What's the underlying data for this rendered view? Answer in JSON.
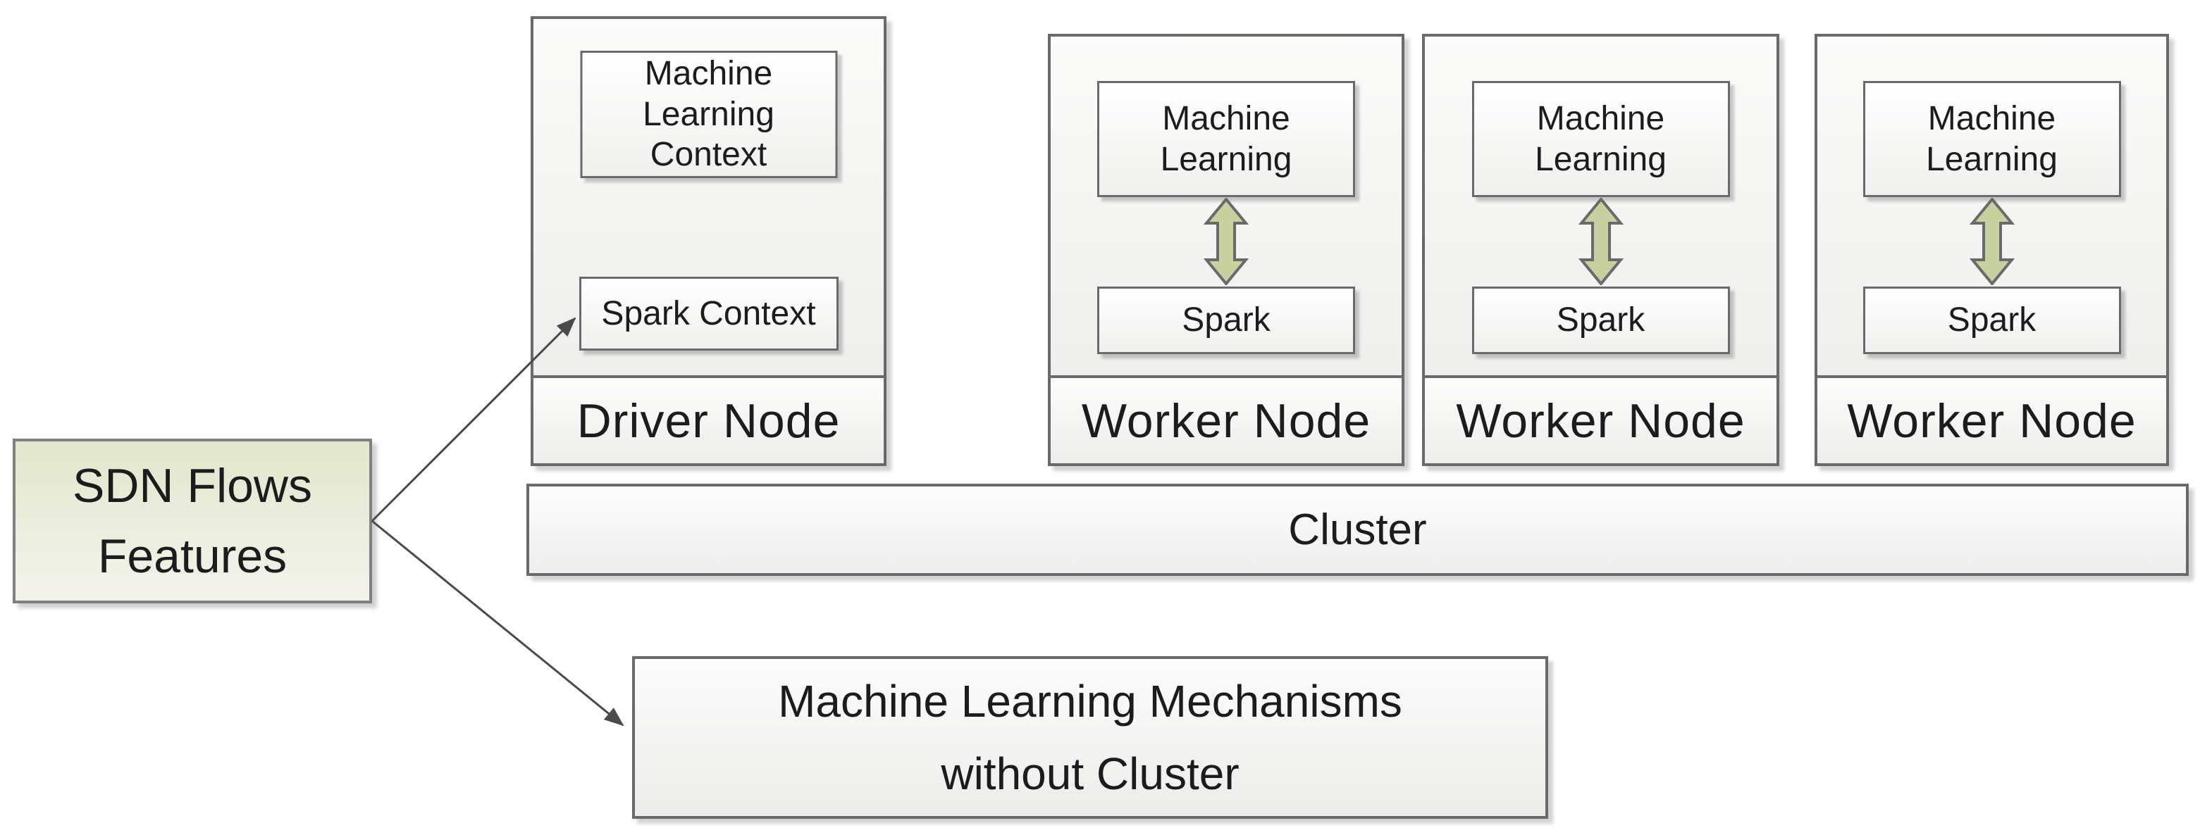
{
  "colors": {
    "box_border": "#6a6a6a",
    "box_fill_top": "#fbfbfa",
    "box_fill_bottom": "#ebebe9",
    "source_fill_top": "#e2e7cc",
    "source_fill_bottom": "#f3f3ec",
    "double_arrow_fill": "#c7d1a0",
    "connector_color": "#4a4a4a",
    "text_color": "#1c1c1c"
  },
  "icons": {
    "worker_sync": "vertical-double-arrow-icon",
    "connector": "thin-arrow-icon"
  },
  "diagram": {
    "source_box": {
      "line1": "SDN Flows",
      "line2": "Features"
    },
    "driver_node": {
      "label": "Driver Node",
      "ml_context_label": "Machine Learning Context",
      "spark_context_label": "Spark Context"
    },
    "worker_nodes": [
      {
        "label": "Worker Node",
        "ml_label": "Machine Learning",
        "spark_label": "Spark"
      },
      {
        "label": "Worker Node",
        "ml_label": "Machine Learning",
        "spark_label": "Spark"
      },
      {
        "label": "Worker Node",
        "ml_label": "Machine Learning",
        "spark_label": "Spark"
      }
    ],
    "cluster": {
      "label": "Cluster"
    },
    "no_cluster_box": {
      "line1": "Machine Learning Mechanisms",
      "line2": "without Cluster"
    }
  }
}
